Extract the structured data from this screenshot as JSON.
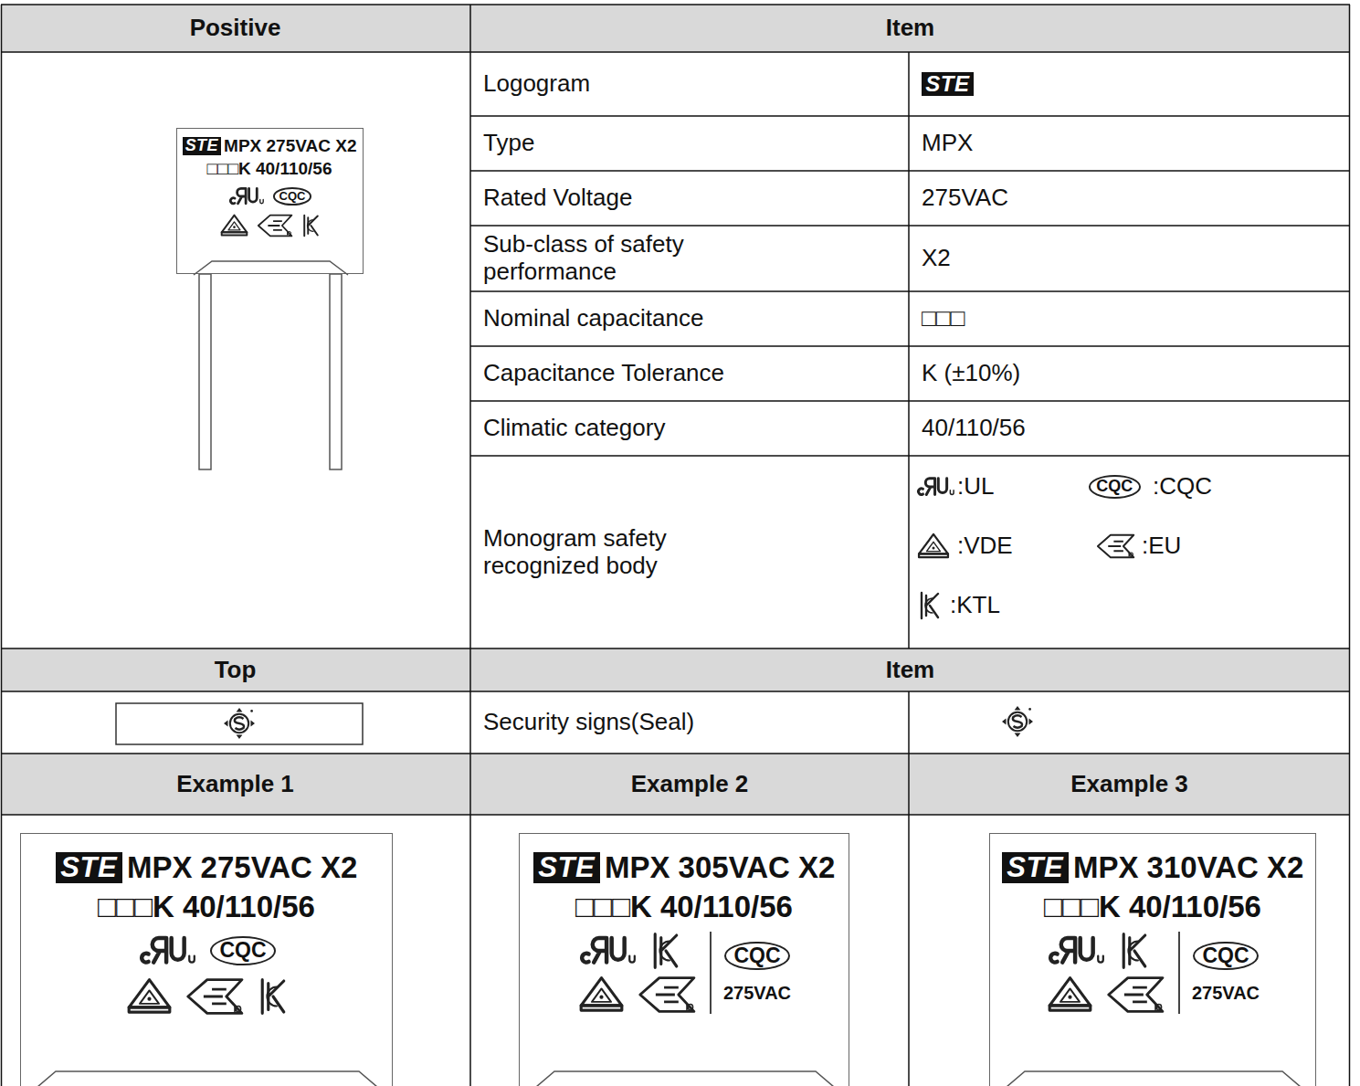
{
  "diagram": {
    "nodes": [
      {
        "text": [
          "STE",
          "MPX 275VAC X2",
          "□□□K 40/110/56",
          "CQC"
        ]
      },
      {
        "text": [
          "STE",
          "MPX 275VAC X2",
          "□□□K 40/110/56",
          "CQC"
        ]
      },
      {
        "text": [
          "STE",
          "MPX 305VAC X2",
          "□□□K 40/110/56",
          "CQC",
          "275VAC"
        ]
      },
      {
        "text": [
          "STE",
          "MPX 310VAC X2",
          "□□□K 40/110/56",
          "CQC",
          "275VAC"
        ]
      }
    ],
    "labels": [
      "Positive",
      "Item",
      "Logogram",
      "STE",
      "Type",
      "MPX",
      "Rated Voltage",
      "275VAC",
      "Sub-class of safety performance",
      "X2",
      "Nominal capacitance",
      "□□□",
      "Capacitance Tolerance",
      "K (±10%)",
      "Climatic category",
      "40/110/56",
      "Monogram safety recognized body",
      ":UL",
      "CQC",
      ":CQC",
      ":VDE",
      ":EU",
      ":KTL",
      "Top",
      "Item",
      "Security signs(Seal)",
      "Example 1",
      "Example 2",
      "Example 3"
    ]
  }
}
